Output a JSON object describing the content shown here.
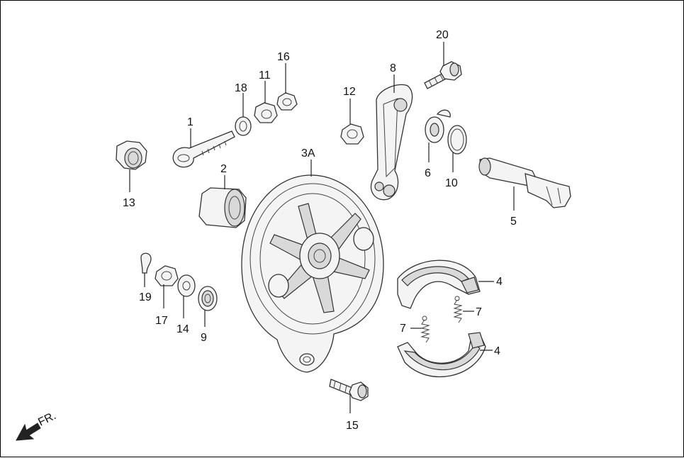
{
  "diagram": {
    "callouts": {
      "p1": "1",
      "p2": "2",
      "p3a": "3A",
      "p4a": "4",
      "p4b": "4",
      "p5": "5",
      "p6": "6",
      "p7a": "7",
      "p7b": "7",
      "p8": "8",
      "p9": "9",
      "p10": "10",
      "p11": "11",
      "p12": "12",
      "p13": "13",
      "p14": "14",
      "p15": "15",
      "p16": "16",
      "p17": "17",
      "p18": "18",
      "p19": "19",
      "p20": "20"
    },
    "direction_label": "FR."
  }
}
